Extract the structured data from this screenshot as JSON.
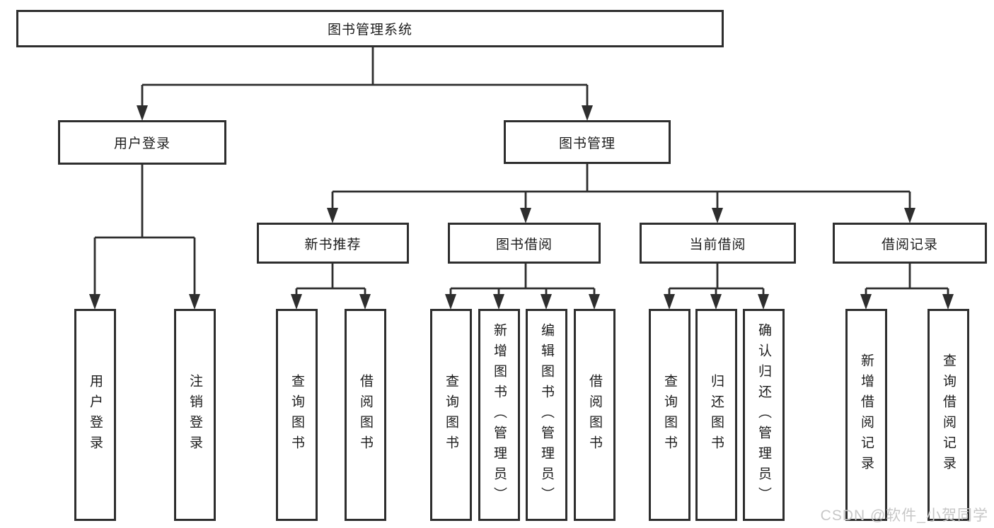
{
  "diagram": {
    "type": "hierarchy-tree",
    "root": {
      "label": "图书管理系统",
      "children": [
        {
          "label": "用户登录",
          "children": [
            {
              "label": "用户登录"
            },
            {
              "label": "注销登录"
            }
          ]
        },
        {
          "label": "图书管理",
          "children": [
            {
              "label": "新书推荐",
              "children": [
                {
                  "label": "查询图书"
                },
                {
                  "label": "借阅图书"
                }
              ]
            },
            {
              "label": "图书借阅",
              "children": [
                {
                  "label": "查询图书"
                },
                {
                  "label": "新增图书（管理员）"
                },
                {
                  "label": "编辑图书（管理员）"
                },
                {
                  "label": "借阅图书"
                }
              ]
            },
            {
              "label": "当前借阅",
              "children": [
                {
                  "label": "查询图书"
                },
                {
                  "label": "归还图书"
                },
                {
                  "label": "确认归还（管理员）"
                }
              ]
            },
            {
              "label": "借阅记录",
              "children": [
                {
                  "label": "新增借阅记录"
                },
                {
                  "label": "查询借阅记录"
                }
              ]
            }
          ]
        }
      ]
    }
  },
  "watermark": {
    "text": "CSDN @软件_小贺同学"
  },
  "colors": {
    "background": "#ffffff",
    "line": "#2e2e2e",
    "box_border": "#2e2e2e",
    "box_fill": "#ffffff",
    "text": "#1d1d1d",
    "watermark": "#c7c7c7"
  }
}
